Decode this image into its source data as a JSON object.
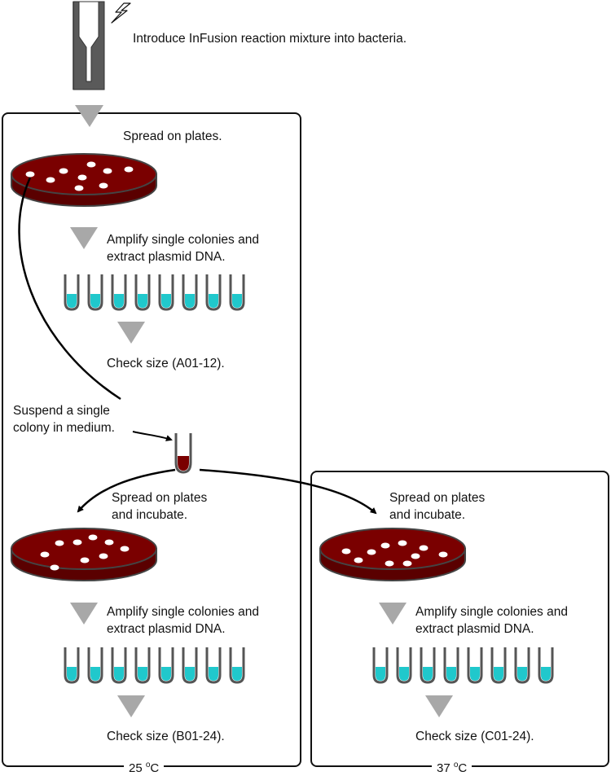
{
  "steps": {
    "introduce": "Introduce InFusion reaction mixture into bacteria.",
    "spread_on_plates": "Spread on plates.",
    "amplify_line1": "Amplify single colonies and",
    "amplify_line2": "extract plasmid DNA.",
    "check_a": "Check size (A01-12).",
    "suspend_line1": "Suspend a single",
    "suspend_line2": "colony in medium.",
    "spread_incubate_line1": "Spread on plates",
    "spread_incubate_line2": "and incubate.",
    "check_b": "Check size (B01-24).",
    "check_c": "Check size (C01-24)."
  },
  "conditions": {
    "left_temp_value": "25 ",
    "right_temp_value": "37 ",
    "temp_superscript": "o",
    "temp_unit": "C"
  },
  "icons": {
    "electroporation": "electroporation-cuvette-icon",
    "zap": "lightning-bolt-icon",
    "plate": "petri-dish-icon",
    "tube": "pcr-tube-icon"
  },
  "colors": {
    "plate_fill": "#7a0000",
    "plate_dark": "#5a0000",
    "colony": "#ffffff",
    "liquid": "#20c8cc",
    "tube_outline": "#555555",
    "arrow_gray": "#a8a8a8",
    "cuvette": "#5a5a5a"
  }
}
